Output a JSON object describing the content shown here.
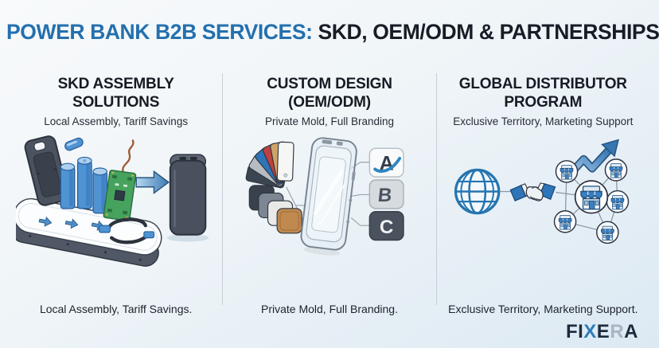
{
  "title": {
    "highlight": "POWER BANK B2B SERVICES:",
    "rest": "SKD, OEM/ODM & PARTNERSHIPS"
  },
  "columns": [
    {
      "heading1": "SKD ASSEMBLY",
      "heading2": "SOLUTIONS",
      "subtitle": "Local Assembly, Tariff Savings",
      "caption": "Local Assembly, Tariff Savings."
    },
    {
      "heading1": "CUSTOM DESIGN",
      "heading2": "(OEM/ODM)",
      "subtitle": "Private Mold, Full Branding",
      "caption": "Private Mold, Full Branding.",
      "badges": [
        {
          "letter": "A"
        },
        {
          "letter": "B"
        },
        {
          "letter": "C"
        }
      ]
    },
    {
      "heading1": "GLOBAL DISTRIBUTOR",
      "heading2": "PROGRAM",
      "subtitle": "Exclusive Territory, Marketing Support",
      "caption": "Exclusive Territory, Marketing Support."
    }
  ],
  "illustrations": {
    "skd": {
      "name": "conveyor-assembly",
      "elements": [
        "case-shell",
        "battery-cells",
        "circuit-board",
        "usb-cables",
        "conveyor-belt",
        "flow-arrow",
        "assembled-power-bank"
      ]
    },
    "oem": {
      "name": "custom-design",
      "elements": [
        "color-swatch-fan",
        "material-samples",
        "transparent-device-mold",
        "brand-badge-a",
        "brand-badge-b",
        "brand-badge-c"
      ]
    },
    "distributor": {
      "name": "global-network",
      "elements": [
        "globe",
        "handshake",
        "distributor-store-network",
        "growth-arrow"
      ]
    }
  },
  "logo": {
    "text": "FIXERA",
    "letters": [
      {
        "char": "F",
        "color": "#1d2b3c"
      },
      {
        "char": "I",
        "color": "#1d2b3c"
      },
      {
        "char": "X",
        "color": "#2e7db8"
      },
      {
        "char": "E",
        "color": "#1d2b3c"
      },
      {
        "char": "R",
        "color": "#a9b6c2"
      },
      {
        "char": "A",
        "color": "#1d2b3c"
      }
    ]
  },
  "colors": {
    "title_accent": "#2470ae",
    "text_dark": "#171c26",
    "divider": "#c7ced6",
    "illustration_blue": "#2e74b8",
    "battery_blue": "#4f93d2",
    "pcb_green": "#46a35e",
    "device_gray": "#49515e",
    "copper": "#bf8950",
    "swatch_red": "#bf4040",
    "swatch_tan": "#cfa468"
  }
}
